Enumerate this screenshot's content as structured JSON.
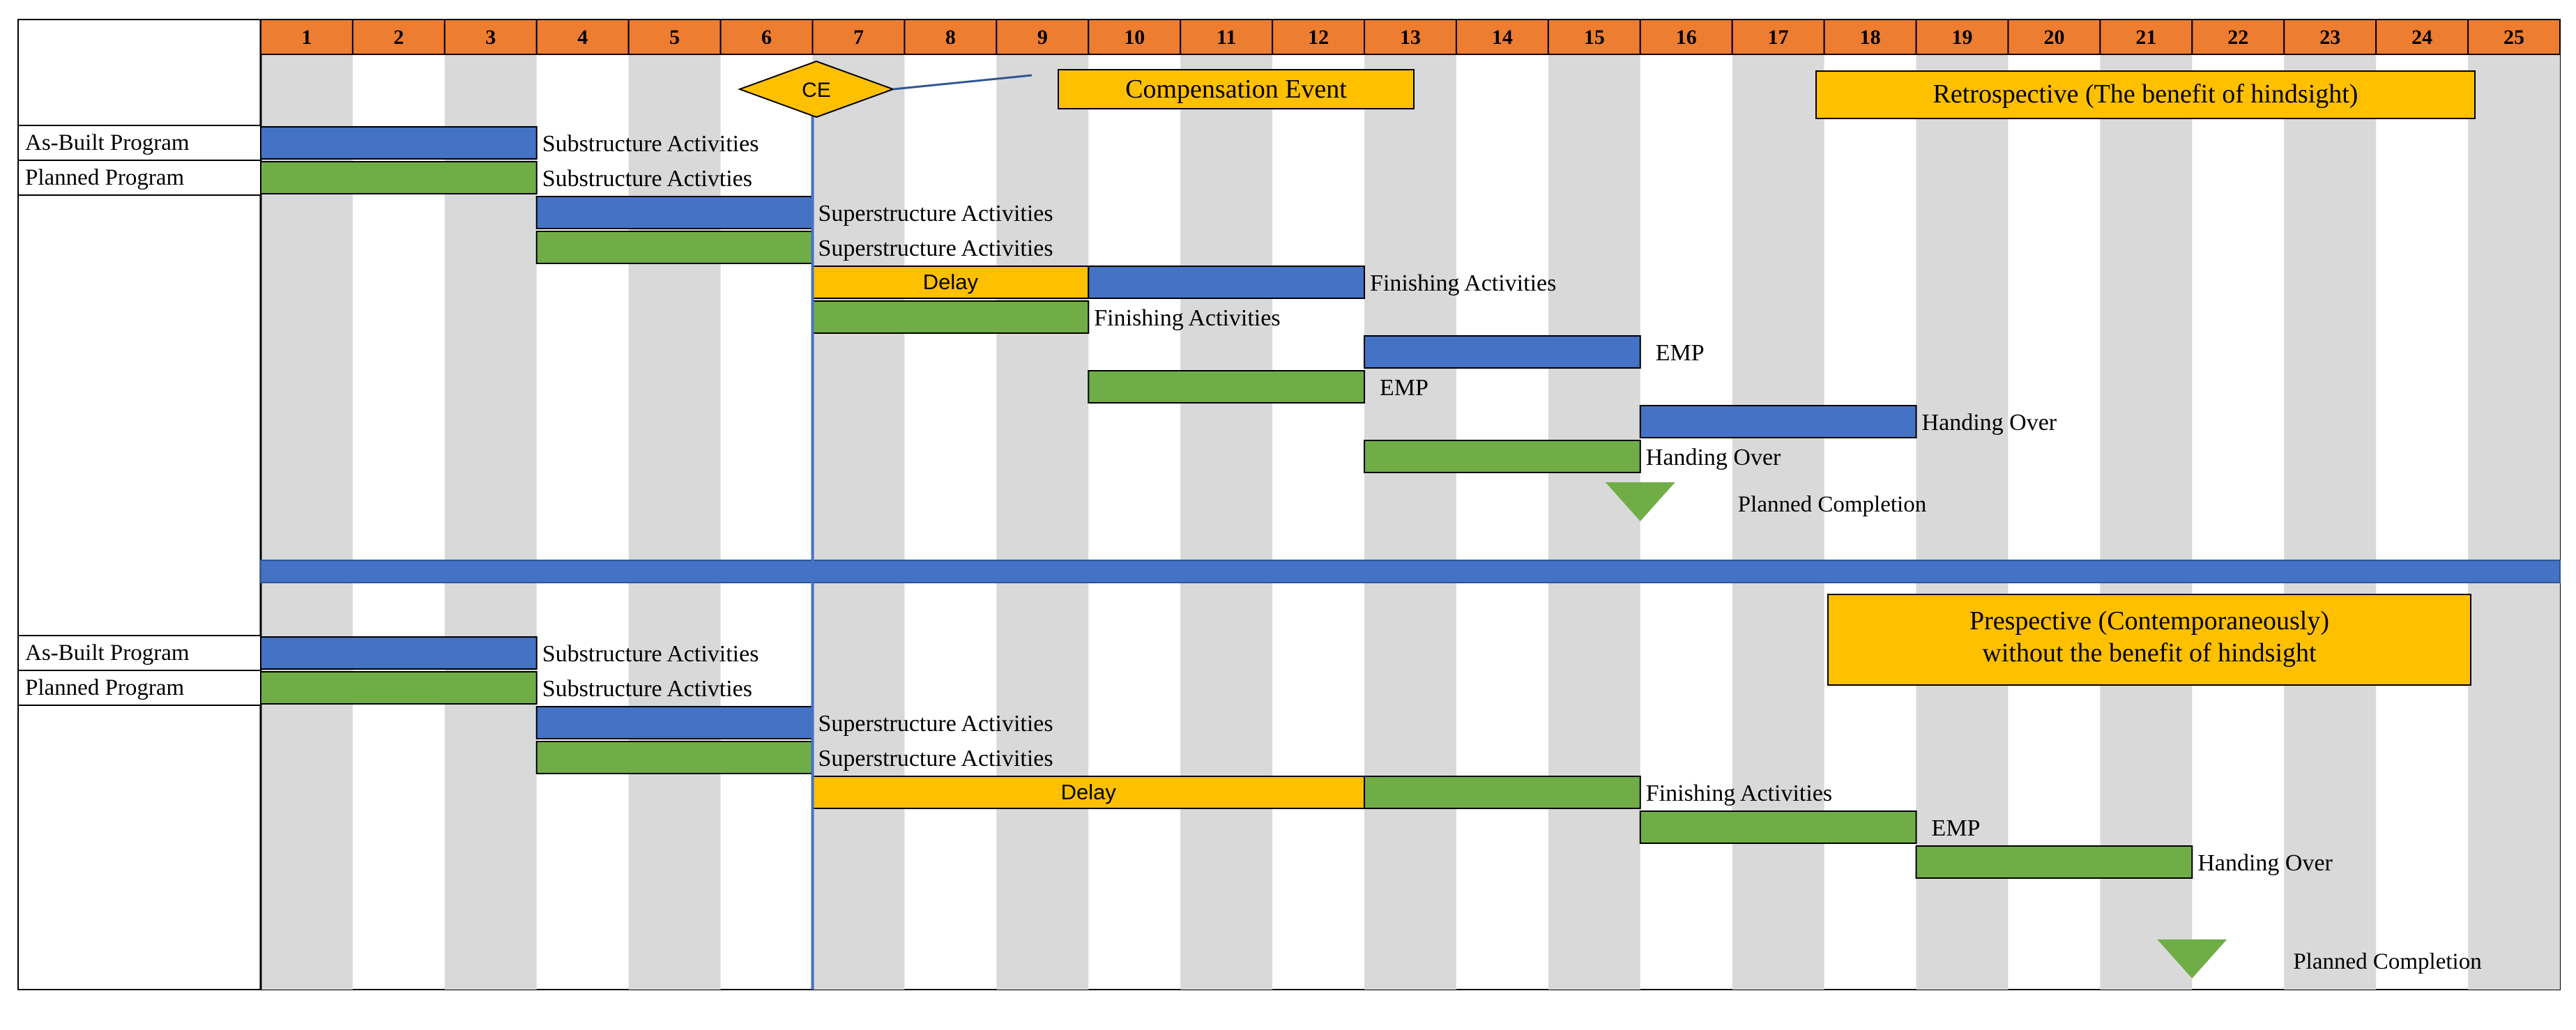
{
  "chart_data": {
    "type": "gantt",
    "x": [
      "1",
      "2",
      "3",
      "4",
      "5",
      "6",
      "7",
      "8",
      "9",
      "10",
      "11",
      "12",
      "13",
      "14",
      "15",
      "16",
      "17",
      "18",
      "19",
      "20",
      "21",
      "22",
      "23",
      "24",
      "25"
    ],
    "colors": {
      "header": "#ED7D31",
      "stripe": "#D9D9D9",
      "as_built": "#4472C4",
      "planned": "#70AD47",
      "delay": "#FFC000",
      "divider": "#4472C4",
      "milestone": "#70AD47",
      "ce_line": "#4472C4"
    },
    "compensation_event": {
      "label": "CE",
      "x": 7,
      "callout": "Compensation Event"
    },
    "panels": [
      {
        "note": "Retrospective (The benefit of hindsight)",
        "row_labels": [
          "As-Built Program",
          "Planned Program"
        ],
        "bars": [
          {
            "row": 0,
            "start": 1,
            "end": 4,
            "kind": "as_built",
            "label": "Substructure Activities"
          },
          {
            "row": 1,
            "start": 1,
            "end": 4,
            "kind": "planned",
            "label": "Substructure Activties"
          },
          {
            "row": 2,
            "start": 4,
            "end": 7,
            "kind": "as_built",
            "label": "Superstructure Activities"
          },
          {
            "row": 3,
            "start": 4,
            "end": 7,
            "kind": "planned",
            "label": "Superstructure Activities"
          },
          {
            "row": 4,
            "start": 7,
            "end": 10,
            "kind": "delay",
            "inner_label": "Delay"
          },
          {
            "row": 4,
            "start": 10,
            "end": 13,
            "kind": "as_built",
            "label": "Finishing Activities"
          },
          {
            "row": 5,
            "start": 7,
            "end": 10,
            "kind": "planned",
            "label": "Finishing Activities"
          },
          {
            "row": 6,
            "start": 13,
            "end": 16,
            "kind": "as_built",
            "label": "EMP"
          },
          {
            "row": 7,
            "start": 10,
            "end": 13,
            "kind": "planned",
            "label": "EMP"
          },
          {
            "row": 8,
            "start": 16,
            "end": 19,
            "kind": "as_built",
            "label": "Handing Over"
          },
          {
            "row": 9,
            "start": 13,
            "end": 16,
            "kind": "planned",
            "label": "Handing Over"
          }
        ],
        "milestone": {
          "x": 16,
          "label": "Planned Completion"
        }
      },
      {
        "note": "Prespective (Contemporaneously) without the benefit of hindsight",
        "row_labels": [
          "As-Built Program",
          "Planned Program"
        ],
        "bars": [
          {
            "row": 0,
            "start": 1,
            "end": 4,
            "kind": "as_built",
            "label": "Substructure Activities"
          },
          {
            "row": 1,
            "start": 1,
            "end": 4,
            "kind": "planned",
            "label": "Substructure Activties"
          },
          {
            "row": 2,
            "start": 4,
            "end": 7,
            "kind": "as_built",
            "label": "Superstructure Activities"
          },
          {
            "row": 3,
            "start": 4,
            "end": 7,
            "kind": "planned",
            "label": "Superstructure Activities"
          },
          {
            "row": 4,
            "start": 7,
            "end": 13,
            "kind": "delay",
            "inner_label": "Delay"
          },
          {
            "row": 4,
            "start": 13,
            "end": 16,
            "kind": "planned",
            "label": "Finishing Activities"
          },
          {
            "row": 5,
            "start": 16,
            "end": 19,
            "kind": "planned",
            "label": "EMP"
          },
          {
            "row": 6,
            "start": 19,
            "end": 22,
            "kind": "planned",
            "label": "Handing Over"
          }
        ],
        "milestone": {
          "x": 22,
          "label": "Planned Completion"
        }
      }
    ]
  }
}
